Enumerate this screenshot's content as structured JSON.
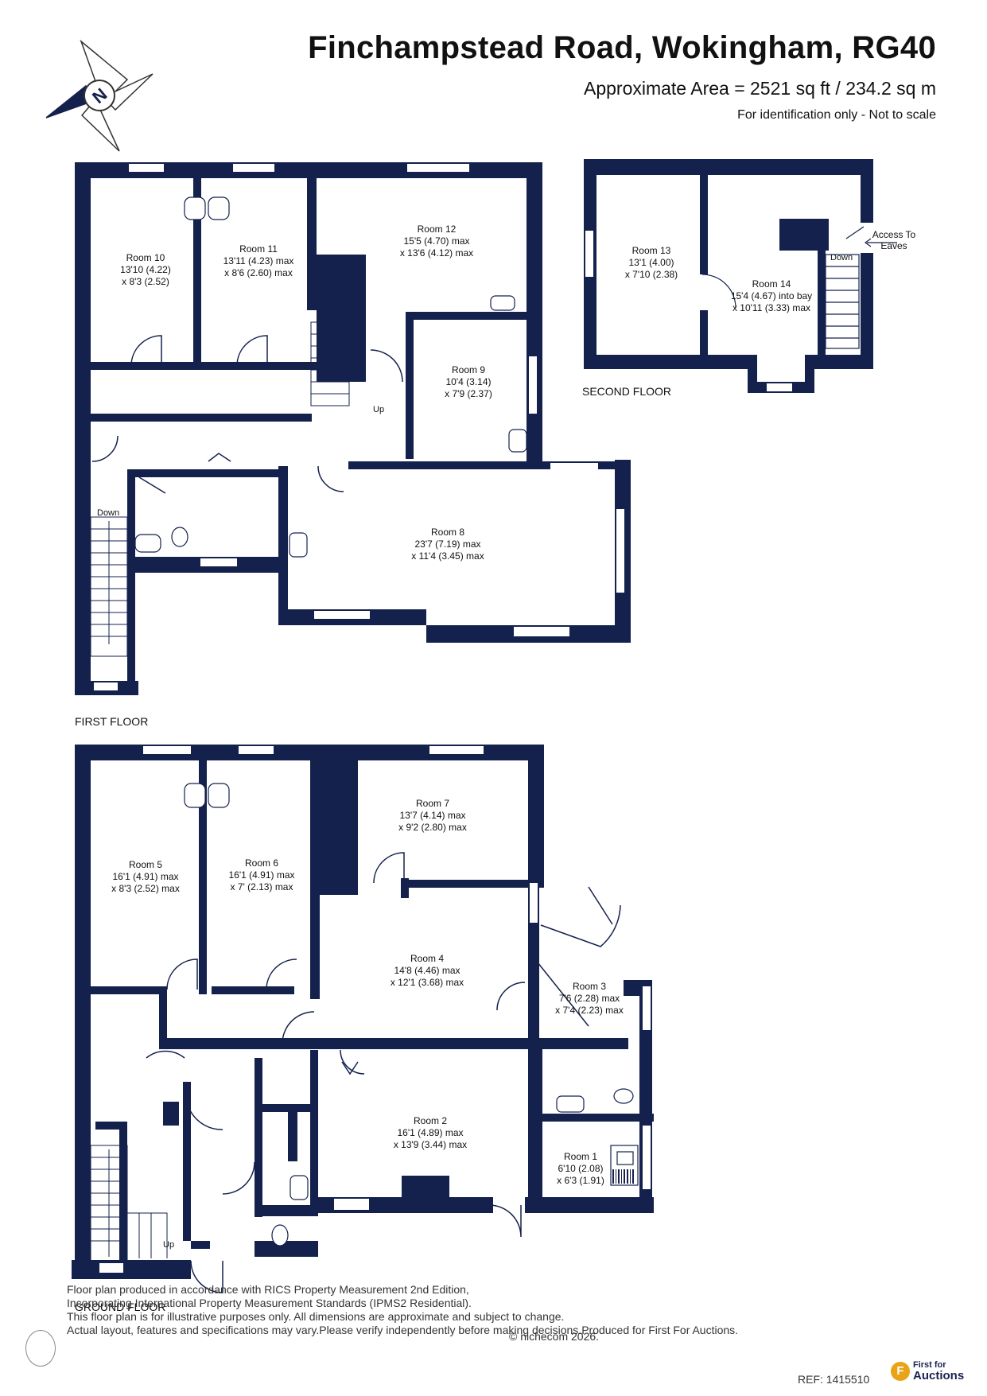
{
  "header": {
    "title": "Finchampstead Road, Wokingham, RG40",
    "area": "Approximate Area = 2521 sq ft / 234.2 sq m",
    "note": "For identification only - Not to scale"
  },
  "compass": {
    "letter": "N"
  },
  "floors": {
    "second": "SECOND FLOOR",
    "first": "FIRST FLOOR",
    "ground": "GROUND FLOOR"
  },
  "rooms": {
    "r1": {
      "name": "Room 1",
      "dim1": "6'10 (2.08)",
      "dim2": "x 6'3 (1.91)"
    },
    "r2": {
      "name": "Room 2",
      "dim1": "16'1 (4.89) max",
      "dim2": "x 13'9 (3.44) max"
    },
    "r3": {
      "name": "Room 3",
      "dim1": "7'6 (2.28) max",
      "dim2": "x 7'4 (2.23) max"
    },
    "r4": {
      "name": "Room 4",
      "dim1": "14'8 (4.46) max",
      "dim2": "x 12'1 (3.68) max"
    },
    "r5": {
      "name": "Room 5",
      "dim1": "16'1 (4.91) max",
      "dim2": "x 8'3 (2.52) max"
    },
    "r6": {
      "name": "Room 6",
      "dim1": "16'1 (4.91) max",
      "dim2": "x 7' (2.13) max"
    },
    "r7": {
      "name": "Room 7",
      "dim1": "13'7 (4.14) max",
      "dim2": "x 9'2 (2.80) max"
    },
    "r8": {
      "name": "Room 8",
      "dim1": "23'7 (7.19) max",
      "dim2": "x 11'4 (3.45) max"
    },
    "r9": {
      "name": "Room 9",
      "dim1": "10'4 (3.14)",
      "dim2": "x 7'9 (2.37)"
    },
    "r10": {
      "name": "Room 10",
      "dim1": "13'10 (4.22)",
      "dim2": "x 8'3 (2.52)"
    },
    "r11": {
      "name": "Room 11",
      "dim1": "13'11 (4.23) max",
      "dim2": "x 8'6 (2.60) max"
    },
    "r12": {
      "name": "Room 12",
      "dim1": "15'5 (4.70) max",
      "dim2": "x 13'6 (4.12) max"
    },
    "r13": {
      "name": "Room 13",
      "dim1": "13'1 (4.00)",
      "dim2": "x 7'10 (2.38)"
    },
    "r14": {
      "name": "Room 14",
      "dim1": "15'4 (4.67) into bay",
      "dim2": "x 10'11 (3.33) max"
    }
  },
  "stair_labels": {
    "access1": "Access To",
    "access2": "Eaves",
    "down": "Down",
    "up": "Up"
  },
  "footer": {
    "line1": "Floor plan produced in accordance with RICS Property Measurement 2nd Edition,",
    "line2": "Incorporating International Property Measurement Standards (IPMS2 Residential).",
    "line3": "This floor plan is for illustrative purposes only. All dimensions are approximate and subject to change.",
    "line4": "Actual layout, features and specifications may vary.Please verify independently before making decisions.Produced for First For Auctions.",
    "copyright": "© nichecom 2026.",
    "ref": "REF:  1415510",
    "brand_small": "First for",
    "brand_big": "Auctions",
    "brand_badge": "F"
  },
  "colors": {
    "wall": "#14214d",
    "brand_gold": "#e8a317",
    "brand_navy": "#1a2251"
  }
}
